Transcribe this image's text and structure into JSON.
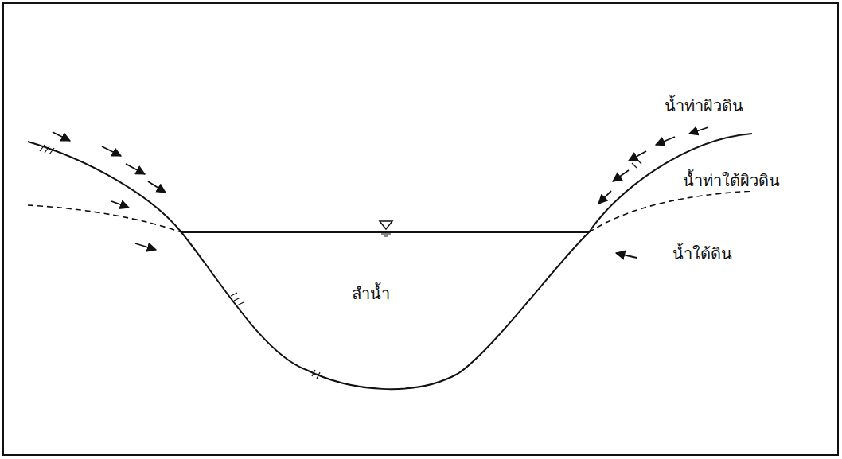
{
  "diagram": {
    "labels": [
      "น้ำท่าผิวดิน",
      "น้ำท่าใต้ผิวดิน",
      "น้ำใต้ดิน",
      "ลำน้ำ"
    ]
  }
}
